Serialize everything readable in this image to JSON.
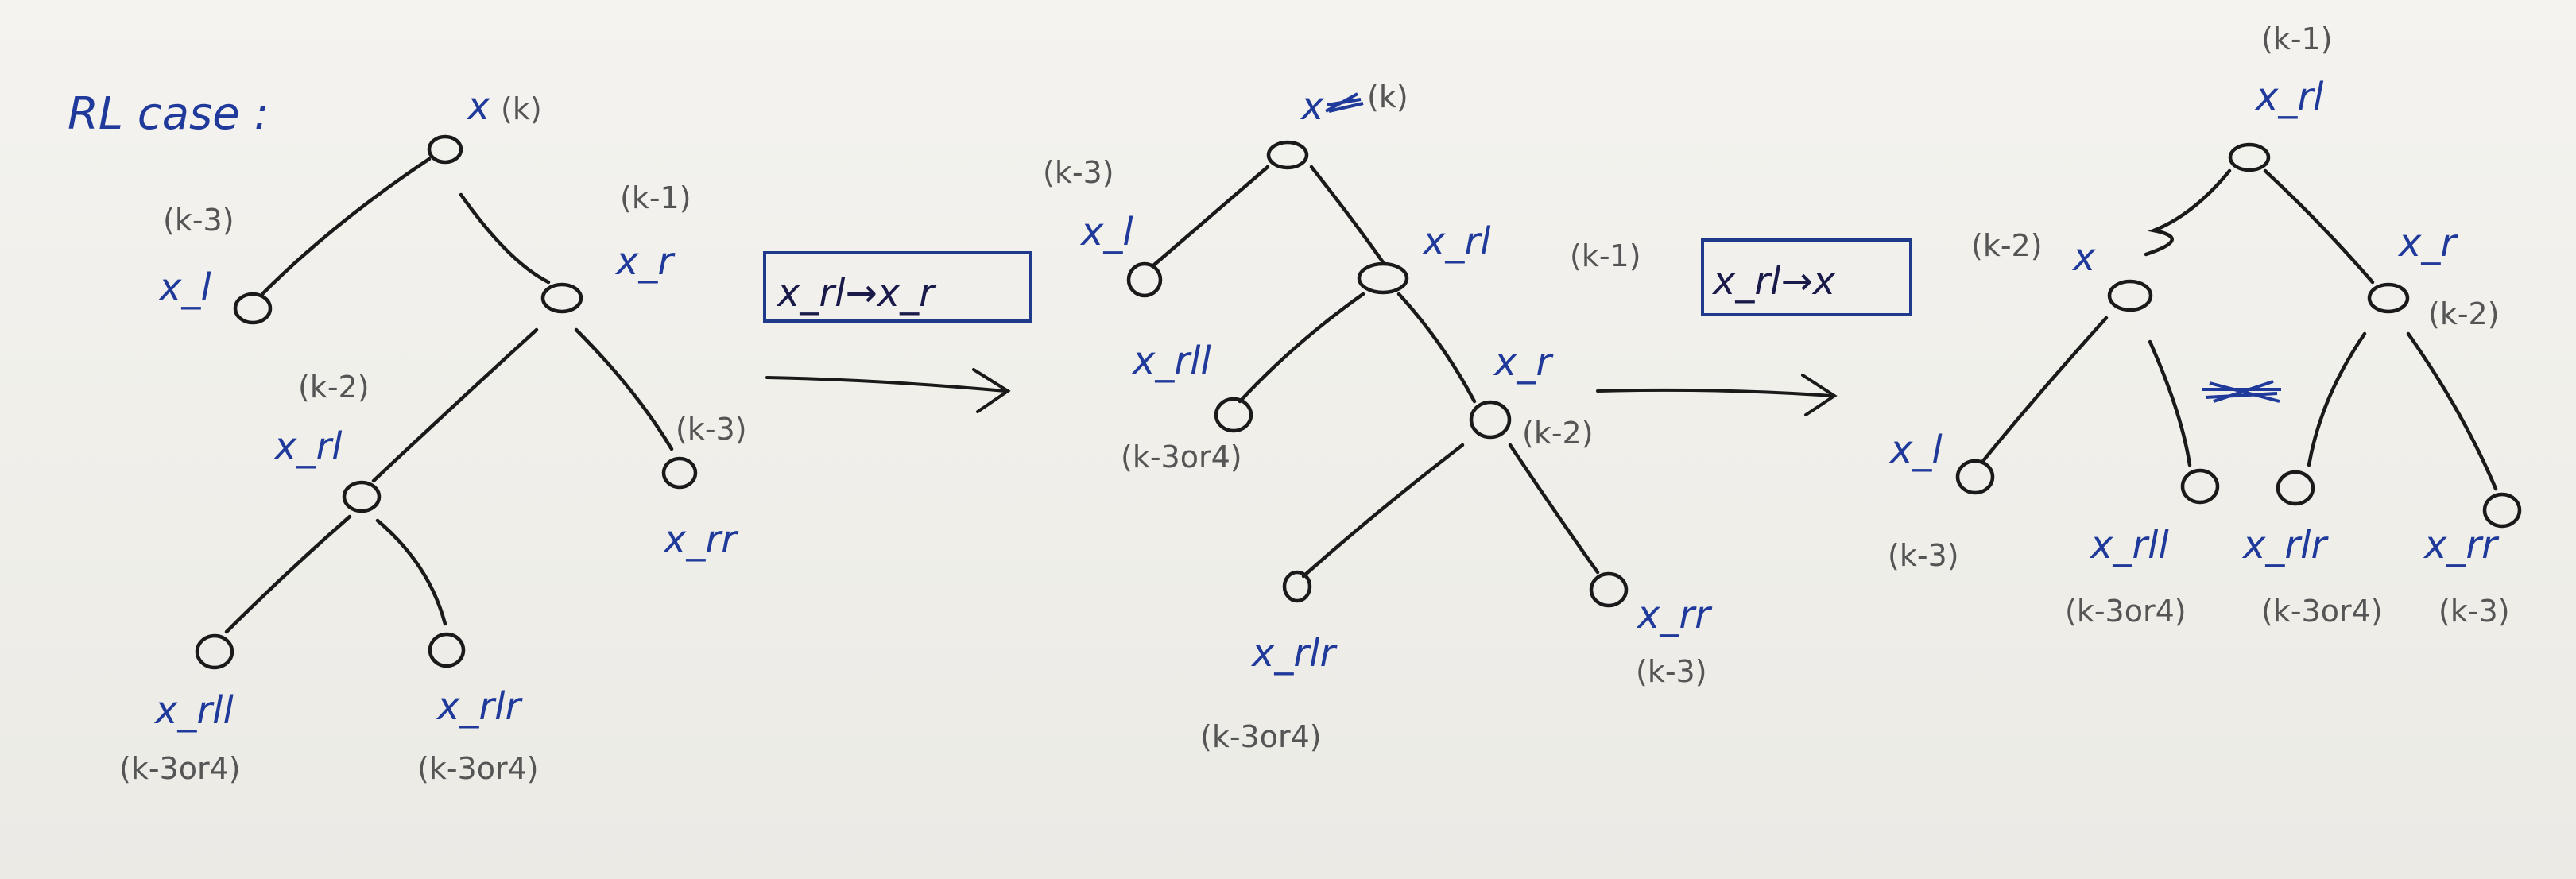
{
  "title": "RL case :",
  "trees": [
    {
      "id": "tree1",
      "nodes": [
        {
          "id": "x",
          "name": "x",
          "height": "(k)"
        },
        {
          "id": "x_l",
          "name": "x_l",
          "height": "(k-3)"
        },
        {
          "id": "x_r",
          "name": "x_r",
          "height": "(k-1)"
        },
        {
          "id": "x_rl",
          "name": "x_rl",
          "height": "(k-2)"
        },
        {
          "id": "x_rr",
          "name": "x_rr",
          "height": "(k-3)"
        },
        {
          "id": "x_rll",
          "name": "x_rll",
          "height": "(k-3or4)"
        },
        {
          "id": "x_rlr",
          "name": "x_rlr",
          "height": "(k-3or4)"
        }
      ]
    },
    {
      "id": "tree2",
      "nodes": [
        {
          "id": "x",
          "name": "x",
          "height": "(k)"
        },
        {
          "id": "x_l",
          "name": "x_l",
          "height": "(k-3)"
        },
        {
          "id": "x_rl",
          "name": "x_rl",
          "height": "(k-1)"
        },
        {
          "id": "x_rll",
          "name": "x_rll",
          "height": "(k-3or4)"
        },
        {
          "id": "x_r",
          "name": "x_r",
          "height": "(k-2)"
        },
        {
          "id": "x_rlr",
          "name": "x_rlr",
          "height": "(k-3or4)"
        },
        {
          "id": "x_rr",
          "name": "x_rr",
          "height": "(k-3)"
        }
      ]
    },
    {
      "id": "tree3",
      "nodes": [
        {
          "id": "x_rl",
          "name": "x_rl",
          "height": "(k-1)"
        },
        {
          "id": "x",
          "name": "x",
          "height": "(k-2)"
        },
        {
          "id": "x_r",
          "name": "x_r",
          "height": "(k-2)"
        },
        {
          "id": "x_l",
          "name": "x_l",
          "height": "(k-3)"
        },
        {
          "id": "x_rll",
          "name": "x_rll",
          "height": "(k-3or4)"
        },
        {
          "id": "x_rlr",
          "name": "x_rlr",
          "height": "(k-3or4)"
        },
        {
          "id": "x_rr",
          "name": "x_rr",
          "height": "(k-3)"
        }
      ]
    }
  ],
  "rotations": [
    {
      "label": "x_rl→x_r"
    },
    {
      "label": "x_rl→x"
    }
  ]
}
